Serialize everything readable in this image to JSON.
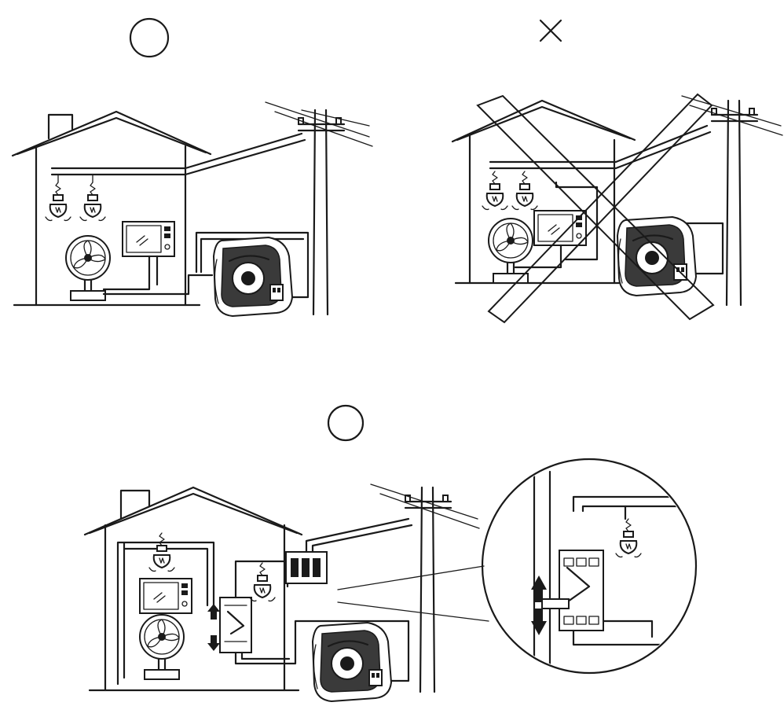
{
  "marks": {
    "top_left": "circle-correct-mark",
    "top_right": "cross-incorrect-mark",
    "bottom": "circle-correct-mark"
  },
  "icons": [
    "house-icon",
    "utility-pole-icon",
    "light-bulb-icon",
    "television-icon",
    "electric-fan-icon",
    "generator-icon",
    "transfer-switch-icon",
    "breaker-box-icon",
    "magnifier-circle-icon",
    "arrow-up-icon",
    "arrow-down-icon"
  ],
  "colors": {
    "ink": "#1a1a1a",
    "paper": "#ffffff"
  }
}
